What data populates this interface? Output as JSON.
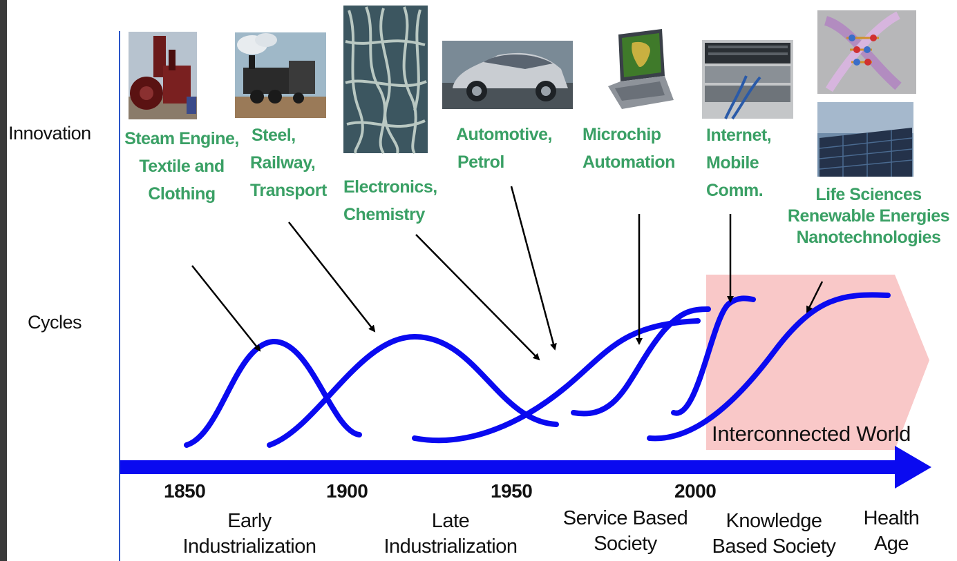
{
  "row_labels": {
    "innovation": "Innovation",
    "cycles": "Cycles"
  },
  "innovations": [
    {
      "lines": [
        "Steam Engine,",
        "Textile and",
        "Clothing"
      ]
    },
    {
      "lines": [
        "Steel,",
        "Railway,",
        "Transport"
      ]
    },
    {
      "lines": [
        "Electronics,",
        "Chemistry"
      ]
    },
    {
      "lines": [
        "Automotive,",
        "Petrol"
      ]
    },
    {
      "lines": [
        "Microchip",
        "Automation"
      ]
    },
    {
      "lines": [
        "Internet,",
        "Mobile",
        "Comm."
      ]
    },
    {
      "lines": [
        "Life Sciences",
        "Renewable Energies",
        "Nanotechnologies"
      ]
    }
  ],
  "timeline": {
    "years": [
      "1850",
      "1900",
      "1950",
      "2000"
    ]
  },
  "eras": [
    {
      "lines": [
        "Early",
        "Industrialization"
      ]
    },
    {
      "lines": [
        "Late",
        "Industrialization"
      ]
    },
    {
      "lines": [
        "Service Based",
        "Society"
      ]
    },
    {
      "lines": [
        "Knowledge",
        "Based Society"
      ]
    },
    {
      "lines": [
        "Health",
        "Age"
      ]
    }
  ],
  "region_label": "Interconnected World",
  "images": [
    {
      "icon": "steam-engine-photo"
    },
    {
      "icon": "locomotive-photo"
    },
    {
      "icon": "wires-photo"
    },
    {
      "icon": "car-photo"
    },
    {
      "icon": "laptop-photo"
    },
    {
      "icon": "server-photo"
    },
    {
      "icon": "dna-photo"
    },
    {
      "icon": "solar-panels-photo"
    }
  ],
  "colors": {
    "curve": "#0a0af0",
    "innovation_text": "#3aa065",
    "region": "#f9c8c8",
    "axis": "#0a0af0"
  }
}
